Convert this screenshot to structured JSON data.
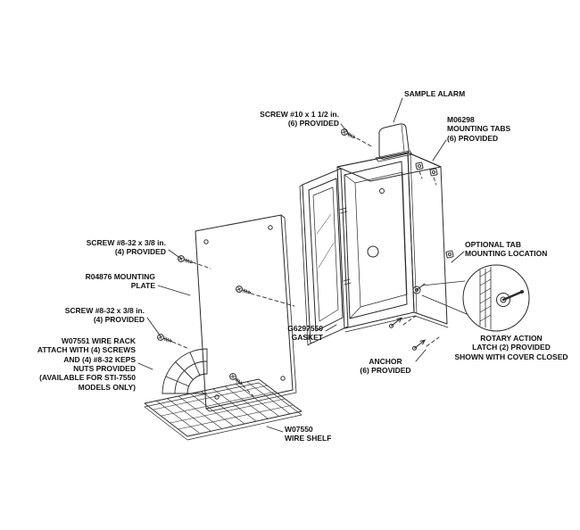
{
  "figure": {
    "title": "Protective cabinet exploded assembly diagram",
    "background_color": "#ffffff",
    "line_color": "#2a2a2a",
    "labels": {
      "sample_alarm": "SAMPLE ALARM",
      "screw_10": "SCREW #10 x 1 1/2 in.\n(6) PROVIDED",
      "mounting_tabs": "M06298\nMOUNTING TABS\n(6) PROVIDED",
      "screw_832_upper": "SCREW #8-32 x 3/8 in.\n(4) PROVIDED",
      "mounting_plate": "R04876 MOUNTING\nPLATE",
      "screw_832_lower": "SCREW #8-32 x 3/8 in.\n(4) PROVIDED",
      "wire_rack": "W07551 WIRE RACK\nATTACH WITH (4) SCREWS\nAND (4) #8-32 KEPS\nNUTS PROVIDED\n(AVAILABLE FOR STI-7550\nMODELS ONLY)",
      "gasket": "G6297550\nGASKET",
      "anchor": "ANCHOR\n(6) PROVIDED",
      "optional_tab": "OPTIONAL TAB\nMOUNTING LOCATION",
      "rotary_latch": "ROTARY ACTION\nLATCH (2) PROVIDED\nSHOWN WITH COVER CLOSED",
      "wire_shelf": "W07550\nWIRE SHELF"
    }
  }
}
